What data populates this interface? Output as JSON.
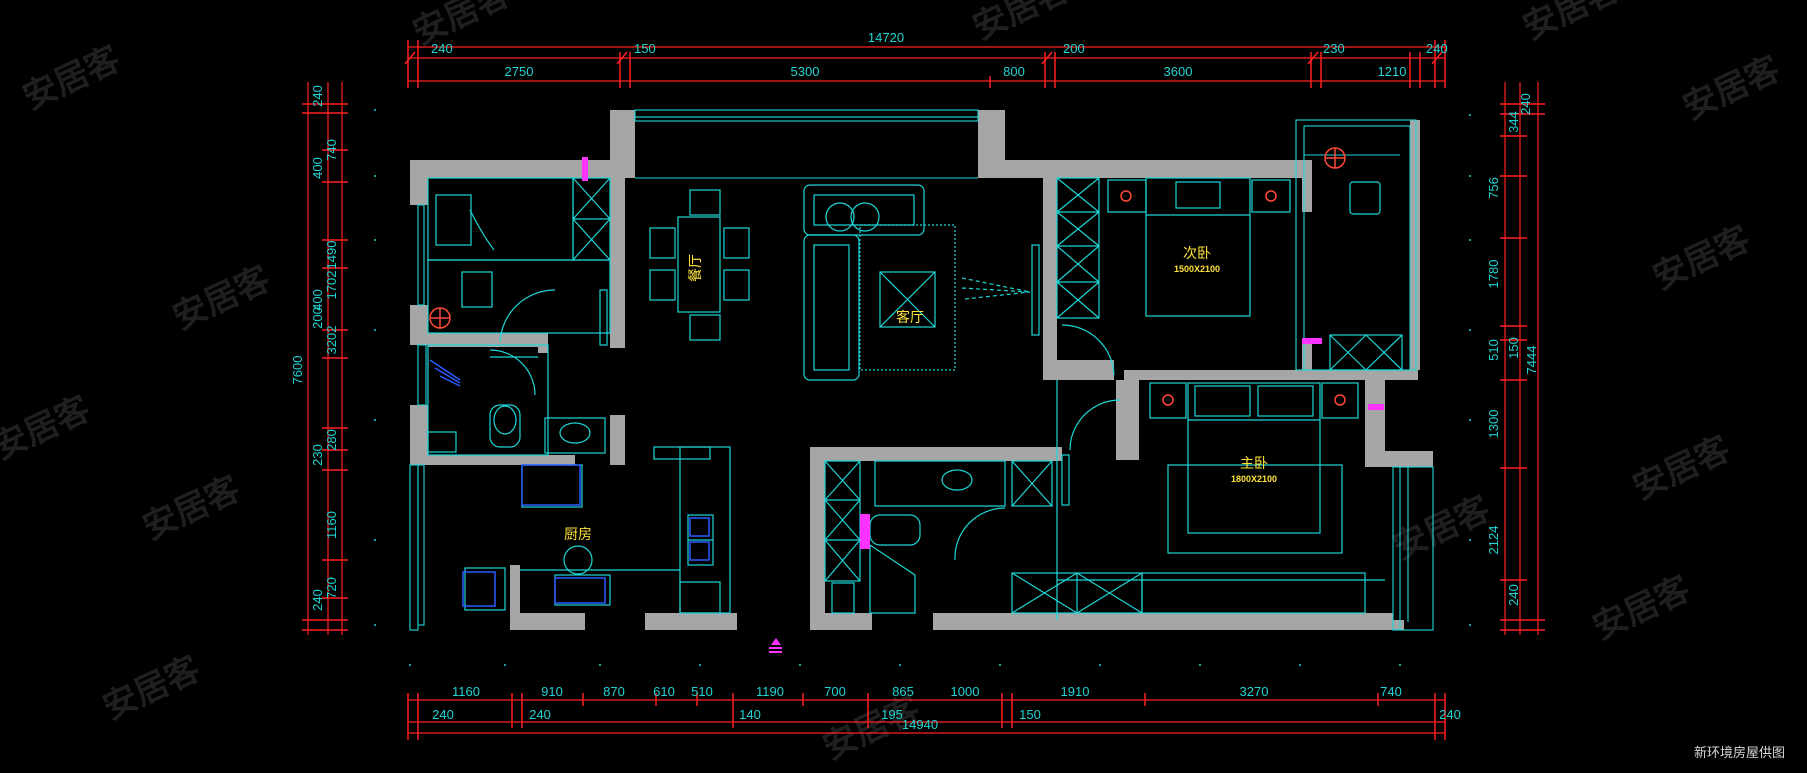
{
  "dimensions": {
    "top_total": "14720",
    "top_row1": [
      "240",
      "150",
      "200",
      "230",
      "240"
    ],
    "top_row2": [
      "2750",
      "5300",
      "800",
      "3600",
      "1210"
    ],
    "bottom_row1": [
      "1160",
      "910",
      "870",
      "610",
      "510",
      "1190",
      "700",
      "865",
      "1000",
      "1910",
      "3270",
      "740"
    ],
    "bottom_row2": [
      "240",
      "240",
      "140",
      "195",
      "150",
      "240"
    ],
    "bottom_total": "14940",
    "left_outer": "7600",
    "left_inner": [
      "240",
      "740",
      "400",
      "1490",
      "1702",
      "400",
      "200",
      "3202",
      "280",
      "230",
      "1160",
      "720",
      "240"
    ],
    "right_outer": "7444",
    "right_inner": [
      "240",
      "344",
      "756",
      "1780",
      "510",
      "150",
      "1300",
      "2124",
      "240"
    ]
  },
  "rooms": {
    "dining": "餐厅",
    "living": "客厅",
    "second_bedroom": "次卧",
    "second_bed_size": "1500X2100",
    "master_bedroom": "主卧",
    "master_bed_size": "1800X2100",
    "kitchen": "厨房"
  },
  "watermark": "安居客",
  "caption": "新环境房屋供图",
  "colors": {
    "wall": "#a6a6a6",
    "furniture": "#1ed6d6",
    "dimension": "#22d3d3",
    "dim_line": "#ff2020",
    "room_label": "#ffe23a",
    "accent": "#ff33ff"
  }
}
